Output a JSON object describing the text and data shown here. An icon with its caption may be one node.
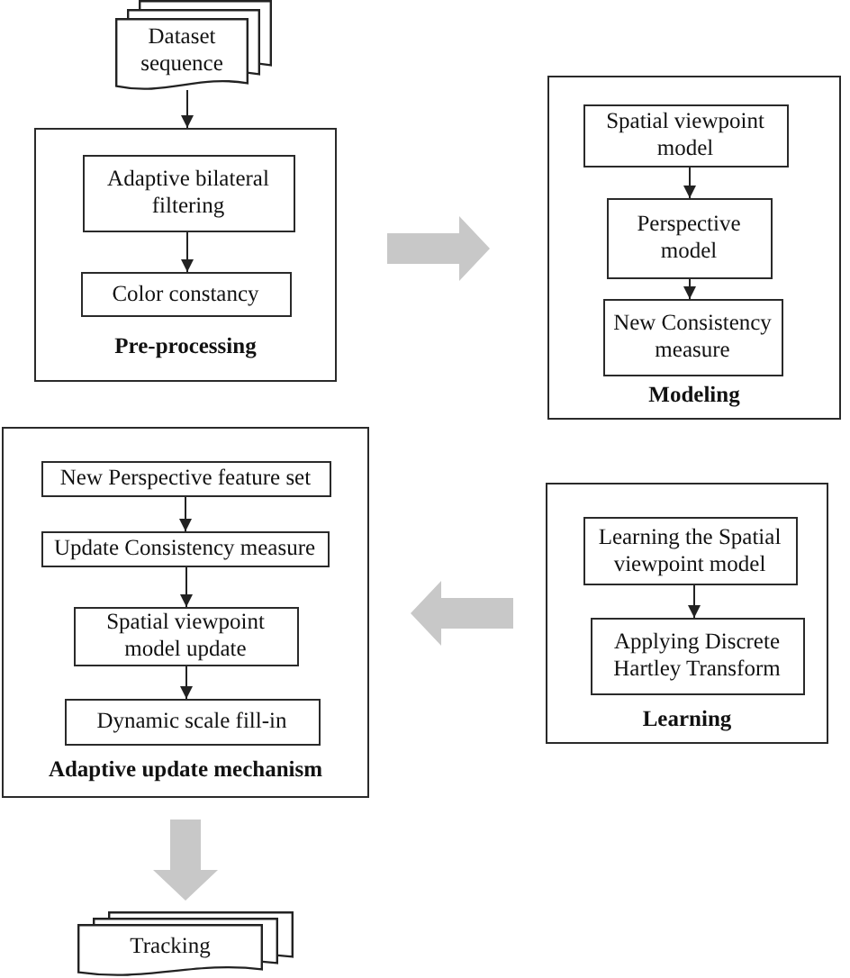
{
  "diagram": {
    "nodes": [
      {
        "text": [
          "Dataset sequence"
        ]
      },
      {
        "text": [
          "Pre-processing"
        ]
      },
      {
        "text": [
          "Adaptive bilateral filtering"
        ],
        "in": 1
      },
      {
        "text": [
          "Color constancy"
        ],
        "in": 1
      },
      {
        "text": [
          "Modeling"
        ]
      },
      {
        "text": [
          "Spatial viewpoint model"
        ],
        "in": 4
      },
      {
        "text": [
          "Perspective model"
        ],
        "in": 4
      },
      {
        "text": [
          "New Consistency measure"
        ],
        "in": 4
      },
      {
        "text": [
          "Adaptive update mechanism"
        ]
      },
      {
        "text": [
          "New Perspective feature set"
        ],
        "in": 8
      },
      {
        "text": [
          "Update Consistency measure"
        ],
        "in": 8
      },
      {
        "text": [
          "Spatial viewpoint model update"
        ],
        "in": 8
      },
      {
        "text": [
          "Dynamic scale fill-in"
        ],
        "in": 8
      },
      {
        "text": [
          "Learning"
        ]
      },
      {
        "text": [
          "Learning the Spatial viewpoint model"
        ],
        "in": 13
      },
      {
        "text": [
          "Applying Discrete Hartley Transform"
        ],
        "in": 13
      },
      {
        "text": [
          "Tracking"
        ]
      }
    ],
    "edges": [
      {
        "from": 0,
        "to": 1,
        "arrow": "to"
      },
      {
        "from": 2,
        "to": 3,
        "arrow": "to"
      },
      {
        "from": 1,
        "to": 4,
        "arrow": "to",
        "style": "thick",
        "color": "#c8c8c8"
      },
      {
        "from": 5,
        "to": 6,
        "arrow": "to"
      },
      {
        "from": 6,
        "to": 7,
        "arrow": "to"
      },
      {
        "from": 13,
        "to": 8,
        "arrow": "to",
        "style": "thick",
        "color": "#c8c8c8"
      },
      {
        "from": 9,
        "to": 10,
        "arrow": "to"
      },
      {
        "from": 10,
        "to": 11,
        "arrow": "to"
      },
      {
        "from": 11,
        "to": 12,
        "arrow": "to"
      },
      {
        "from": 14,
        "to": 15,
        "arrow": "to"
      },
      {
        "from": 8,
        "to": 16,
        "arrow": "to",
        "style": "thick",
        "color": "#c8c8c8"
      }
    ]
  }
}
